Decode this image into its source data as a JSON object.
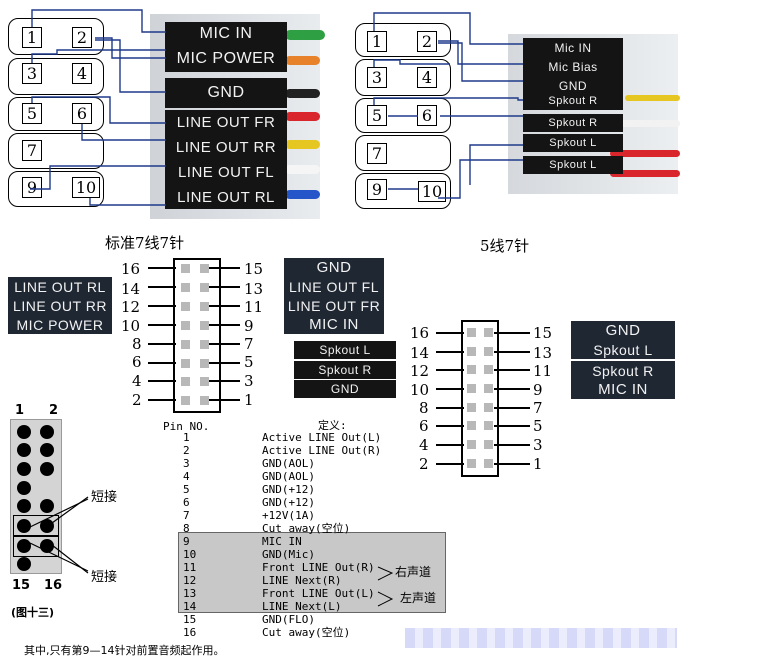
{
  "left_photo": {
    "pins": [
      "1",
      "2",
      "3",
      "4",
      "5",
      "6",
      "7",
      "9",
      "10"
    ],
    "labels": [
      "MIC IN",
      "MIC POWER",
      "GND",
      "LINE OUT FR",
      "LINE OUT RR",
      "LINE OUT FL",
      "LINE OUT RL"
    ],
    "caption": "标准7线7针"
  },
  "right_photo": {
    "pins": [
      "1",
      "2",
      "3",
      "4",
      "5",
      "6",
      "7",
      "9",
      "10"
    ],
    "labels": [
      "Mic IN",
      "Mic Bias",
      "GND",
      "Spkout R",
      "Spkout R",
      "Spkout L",
      "Spkout L"
    ],
    "caption": "5线7针"
  },
  "left_header": {
    "left_nums": [
      "16",
      "14",
      "12",
      "10",
      "8",
      "6",
      "4",
      "2"
    ],
    "right_nums": [
      "15",
      "13",
      "11",
      "9",
      "7",
      "5",
      "3",
      "1"
    ],
    "left_labels": [
      "LINE OUT RL",
      "LINE OUT RR",
      "MIC POWER"
    ],
    "right_labels": [
      "GND",
      "LINE OUT FL",
      "LINE OUT FR",
      "MIC IN"
    ],
    "lower_labels": [
      "Spkout L",
      "Spkout R",
      "GND"
    ]
  },
  "right_header": {
    "left_nums": [
      "16",
      "14",
      "12",
      "10",
      "8",
      "6",
      "4",
      "2"
    ],
    "right_nums": [
      "15",
      "13",
      "11",
      "9",
      "7",
      "5",
      "3",
      "1"
    ],
    "labels": [
      "GND",
      "Spkout L",
      "Spkout R",
      "MIC IN"
    ]
  },
  "figure13": {
    "top_nums": [
      "1",
      "2"
    ],
    "bottom_nums": [
      "15",
      "16"
    ],
    "short_label_1": "短接",
    "short_label_2": "短接",
    "caption": "(图十三)"
  },
  "pin_table": {
    "col1_header": "Pin NO.",
    "col2_header": "定义:",
    "rows": [
      {
        "pin": "1",
        "def": "Active LINE Out(L)"
      },
      {
        "pin": "2",
        "def": "Active LINE Out(R)"
      },
      {
        "pin": "3",
        "def": "GND(AOL)"
      },
      {
        "pin": "4",
        "def": "GND(AOL)"
      },
      {
        "pin": "5",
        "def": "GND(+12)"
      },
      {
        "pin": "6",
        "def": "GND(+12)"
      },
      {
        "pin": "7",
        "def": "+12V(1A)"
      },
      {
        "pin": "8",
        "def": "Cut away(空位)"
      },
      {
        "pin": "9",
        "def": "MIC IN"
      },
      {
        "pin": "10",
        "def": "GND(Mic)"
      },
      {
        "pin": "11",
        "def": "Front LINE Out(R)"
      },
      {
        "pin": "12",
        "def": "LINE Next(R)"
      },
      {
        "pin": "13",
        "def": "Front LINE Out(L)"
      },
      {
        "pin": "14",
        "def": "LINE Next(L)"
      },
      {
        "pin": "15",
        "def": "GND(FLO)"
      },
      {
        "pin": "16",
        "def": "Cut away(空位)"
      }
    ],
    "right_channel": "右声道",
    "left_channel": "左声道"
  },
  "note": "其中,只有第9—14针对前置音频起作用。"
}
